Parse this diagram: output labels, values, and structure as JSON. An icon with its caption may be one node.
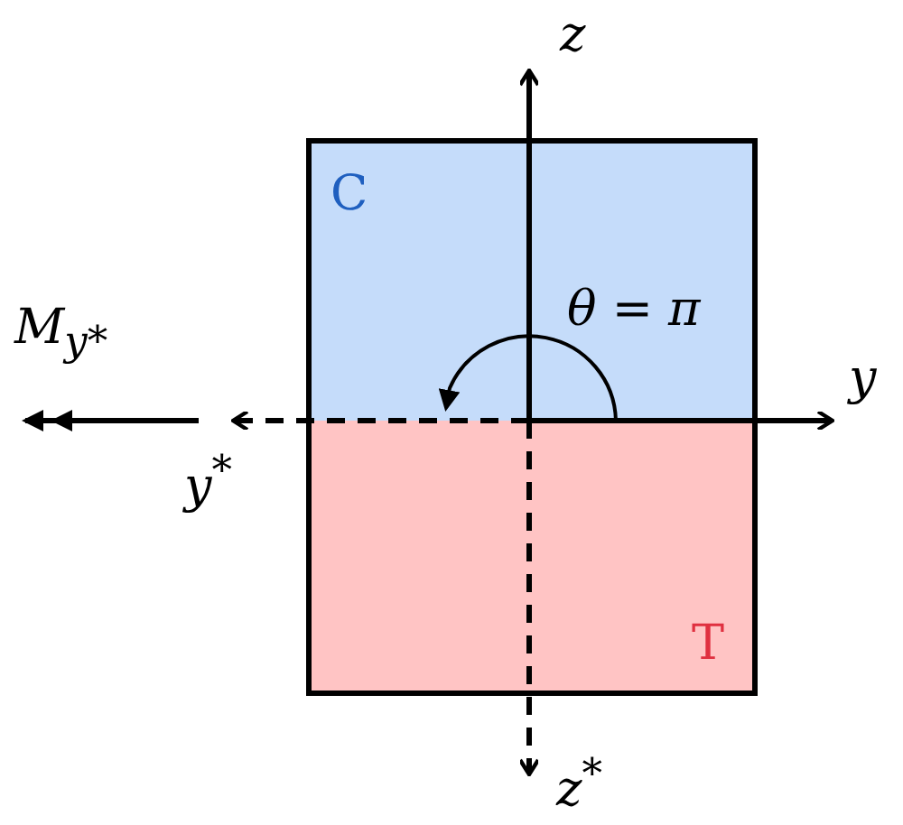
{
  "diagram": {
    "nodes": [
      {
        "text": [
          "C"
        ]
      },
      {
        "text": [
          "T"
        ]
      }
    ],
    "labels": [
      "z",
      "M$_{y*}$",
      "θ = π",
      "y",
      "y$^{*}$",
      "z$^{*}$"
    ]
  }
}
